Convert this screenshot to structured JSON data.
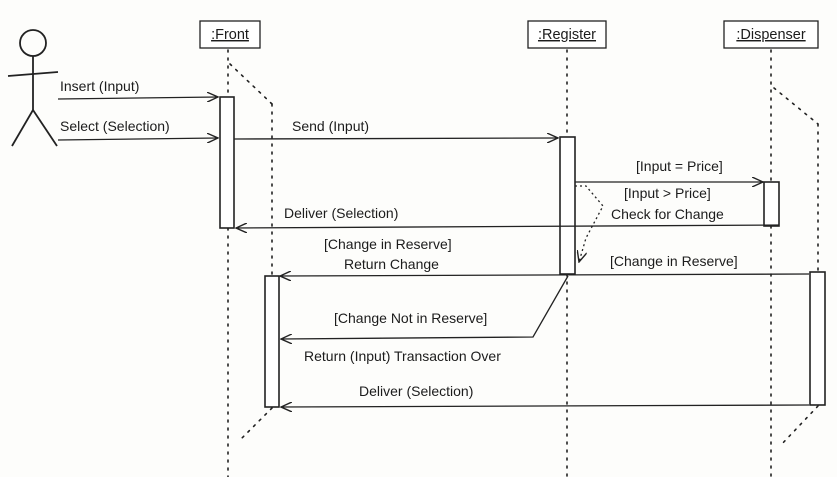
{
  "objects": {
    "front": ":Front",
    "register": ":Register",
    "dispenser": ":Dispenser"
  },
  "messages": {
    "insert": "Insert (Input)",
    "select": "Select (Selection)",
    "send": "Send (Input)",
    "guard_equal": "[Input = Price]",
    "guard_greater": "[Input > Price]",
    "check_change": "Check for Change",
    "deliver_1": "Deliver (Selection)",
    "guard_change_reserve_left": "[Change in Reserve]",
    "return_change": "Return Change",
    "guard_change_reserve_right": "[Change in Reserve]",
    "guard_no_change": "[Change Not in Reserve]",
    "return_input": "Return (Input) Transaction Over",
    "deliver_2": "Deliver (Selection)"
  }
}
